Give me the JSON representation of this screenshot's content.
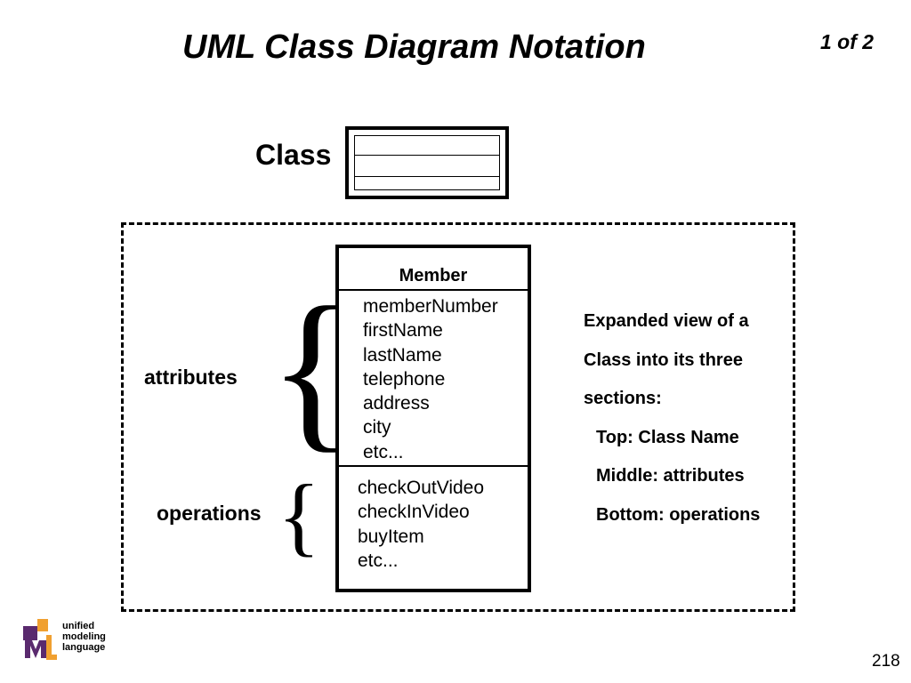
{
  "slide": {
    "title": "UML Class Diagram Notation",
    "page_indicator": "1 of 2",
    "page_number": "218"
  },
  "class_symbol": {
    "label": "Class"
  },
  "member_class": {
    "name": "Member",
    "attributes": [
      "memberNumber",
      "firstName",
      "lastName",
      "telephone",
      "address",
      "city",
      "etc..."
    ],
    "operations": [
      "checkOutVideo",
      "checkInVideo",
      "buyItem",
      "etc..."
    ]
  },
  "labels": {
    "attributes": "attributes",
    "operations": "operations"
  },
  "description": {
    "lines": [
      "Expanded view of a",
      "Class into its three",
      "sections:"
    ],
    "items": [
      "Top: Class Name",
      "Middle: attributes",
      "Bottom: operations"
    ]
  },
  "logo": {
    "lines": [
      "unified",
      "modeling",
      "language"
    ],
    "colors": {
      "purple": "#5a2a6e",
      "orange": "#f0a030"
    }
  }
}
